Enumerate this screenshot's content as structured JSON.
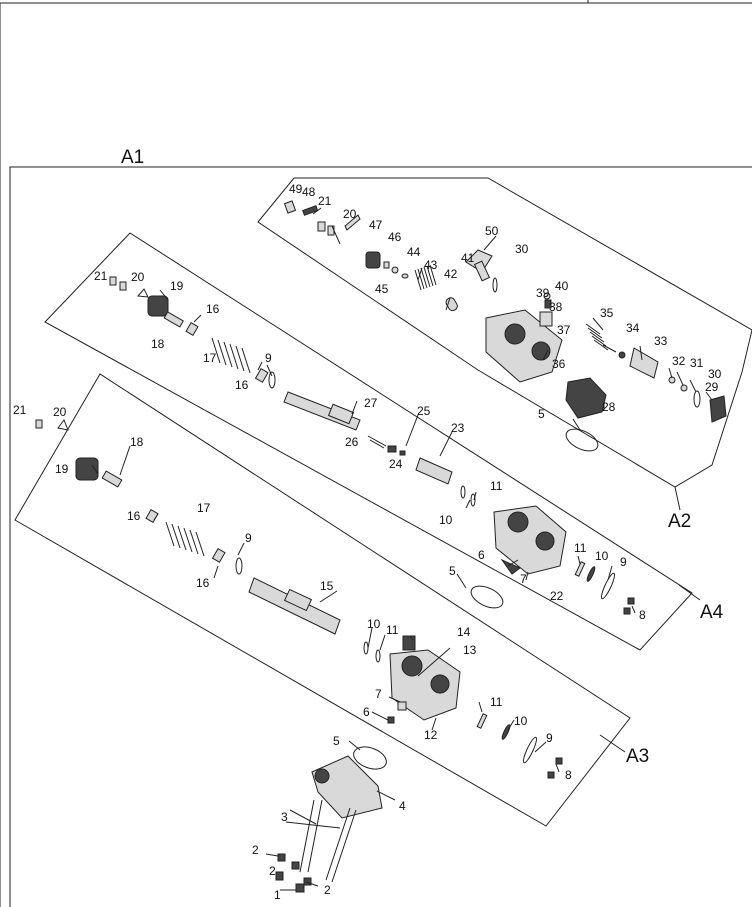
{
  "section_label": "A1",
  "groups": [
    {
      "id": "A2",
      "label": "A2"
    },
    {
      "id": "A4",
      "label": "A4"
    },
    {
      "id": "A3",
      "label": "A3"
    }
  ],
  "callouts": [
    {
      "n": "49",
      "label": "49"
    },
    {
      "n": "48",
      "label": "48"
    },
    {
      "n": "21",
      "label": "21"
    },
    {
      "n": "20",
      "label": "20"
    },
    {
      "n": "47",
      "label": "47"
    },
    {
      "n": "46",
      "label": "46"
    },
    {
      "n": "44",
      "label": "44"
    },
    {
      "n": "43",
      "label": "43"
    },
    {
      "n": "45",
      "label": "45"
    },
    {
      "n": "42",
      "label": "42"
    },
    {
      "n": "41",
      "label": "41"
    },
    {
      "n": "50",
      "label": "50"
    },
    {
      "n": "30",
      "label": "30"
    },
    {
      "n": "39",
      "label": "39"
    },
    {
      "n": "40",
      "label": "40"
    },
    {
      "n": "38",
      "label": "38"
    },
    {
      "n": "37",
      "label": "37"
    },
    {
      "n": "35",
      "label": "35"
    },
    {
      "n": "34",
      "label": "34"
    },
    {
      "n": "36",
      "label": "36"
    },
    {
      "n": "33",
      "label": "33"
    },
    {
      "n": "32",
      "label": "32"
    },
    {
      "n": "31",
      "label": "31"
    },
    {
      "n": "30",
      "label": "30"
    },
    {
      "n": "29",
      "label": "29"
    },
    {
      "n": "28",
      "label": "28"
    },
    {
      "n": "21",
      "label": "21"
    },
    {
      "n": "20",
      "label": "20"
    },
    {
      "n": "19",
      "label": "19"
    },
    {
      "n": "16",
      "label": "16"
    },
    {
      "n": "18",
      "label": "18"
    },
    {
      "n": "17",
      "label": "17"
    },
    {
      "n": "9",
      "label": "9"
    },
    {
      "n": "16",
      "label": "16"
    },
    {
      "n": "27",
      "label": "27"
    },
    {
      "n": "25",
      "label": "25"
    },
    {
      "n": "26",
      "label": "26"
    },
    {
      "n": "24",
      "label": "24"
    },
    {
      "n": "23",
      "label": "23"
    },
    {
      "n": "5",
      "label": "5"
    },
    {
      "n": "11",
      "label": "11"
    },
    {
      "n": "10",
      "label": "10"
    },
    {
      "n": "6",
      "label": "6"
    },
    {
      "n": "7",
      "label": "7"
    },
    {
      "n": "11",
      "label": "11"
    },
    {
      "n": "10",
      "label": "10"
    },
    {
      "n": "9",
      "label": "9"
    },
    {
      "n": "22",
      "label": "22"
    },
    {
      "n": "8",
      "label": "8"
    },
    {
      "n": "21",
      "label": "21"
    },
    {
      "n": "20",
      "label": "20"
    },
    {
      "n": "18",
      "label": "18"
    },
    {
      "n": "19",
      "label": "19"
    },
    {
      "n": "16",
      "label": "16"
    },
    {
      "n": "17",
      "label": "17"
    },
    {
      "n": "9",
      "label": "9"
    },
    {
      "n": "16",
      "label": "16"
    },
    {
      "n": "15",
      "label": "15"
    },
    {
      "n": "5",
      "label": "5"
    },
    {
      "n": "10",
      "label": "10"
    },
    {
      "n": "11",
      "label": "11"
    },
    {
      "n": "14",
      "label": "14"
    },
    {
      "n": "13",
      "label": "13"
    },
    {
      "n": "7",
      "label": "7"
    },
    {
      "n": "6",
      "label": "6"
    },
    {
      "n": "12",
      "label": "12"
    },
    {
      "n": "11",
      "label": "11"
    },
    {
      "n": "10",
      "label": "10"
    },
    {
      "n": "9",
      "label": "9"
    },
    {
      "n": "8",
      "label": "8"
    },
    {
      "n": "5",
      "label": "5"
    },
    {
      "n": "4",
      "label": "4"
    },
    {
      "n": "3",
      "label": "3"
    },
    {
      "n": "2",
      "label": "2"
    },
    {
      "n": "2",
      "label": "2"
    },
    {
      "n": "1",
      "label": "1"
    },
    {
      "n": "2",
      "label": "2"
    }
  ]
}
